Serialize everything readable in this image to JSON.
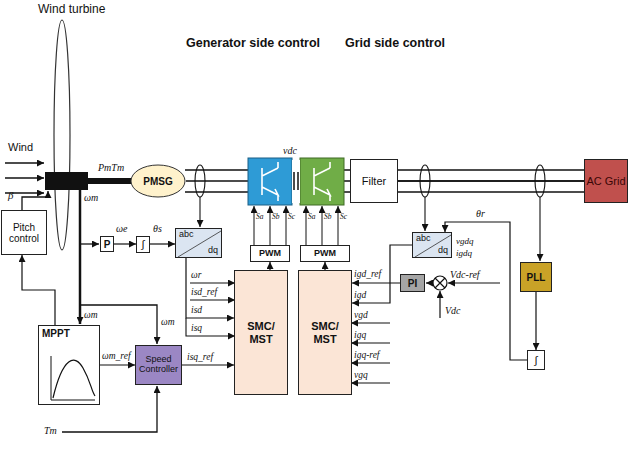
{
  "diagram": {
    "nodes": [
      {
        "text": [
          "Pitch control"
        ]
      },
      {
        "text": [
          "PMSG"
        ]
      },
      {
        "text": [
          "P"
        ]
      },
      {
        "text": [
          "∫"
        ]
      },
      {
        "text": [
          "abc",
          "dq"
        ]
      },
      {
        "text": [
          "PWM"
        ]
      },
      {
        "text": [
          "PWM"
        ]
      },
      {
        "text": [
          "Filter"
        ]
      },
      {
        "text": [
          "AC Grid"
        ]
      },
      {
        "text": [
          "abc",
          "dq"
        ]
      },
      {
        "text": [
          "PLL"
        ]
      },
      {
        "text": [
          "SMC/ MST"
        ]
      },
      {
        "text": [
          "SMC/ MST"
        ]
      },
      {
        "text": [
          "PI"
        ]
      },
      {
        "text": [
          "∫"
        ]
      },
      {
        "text": [
          "MPPT"
        ]
      },
      {
        "text": [
          "Speed Controller"
        ]
      }
    ],
    "edges": [
      {
        "from": 2,
        "to": 3,
        "arrow": "to"
      },
      {
        "from": 3,
        "to": 4,
        "arrow": "to"
      },
      {
        "from": 4,
        "to": 11,
        "arrow": "to"
      },
      {
        "from": 16,
        "to": 11,
        "arrow": "to"
      },
      {
        "from": 15,
        "to": 16,
        "arrow": "to"
      },
      {
        "from": 15,
        "to": 0,
        "arrow": "to"
      },
      {
        "from": 11,
        "to": 5,
        "arrow": "to"
      },
      {
        "from": 12,
        "to": 6,
        "arrow": "to"
      },
      {
        "from": 13,
        "to": 12,
        "arrow": "to"
      },
      {
        "from": 10,
        "to": 14,
        "arrow": "to"
      },
      {
        "from": 14,
        "to": 9,
        "arrow": "to"
      },
      {
        "from": 9,
        "to": 12,
        "arrow": "to"
      },
      {
        "from": 7,
        "to": 8,
        "arrow": "none"
      }
    ],
    "labels": [
      "Wind turbine",
      "Wind",
      "PmTm",
      "ωm",
      "β",
      "Generator side control",
      "Grid side control",
      "vdc",
      "Sa",
      "Sb",
      "Sc",
      "Sa",
      "Sb",
      "Sc",
      "ωe",
      "θs",
      "θr",
      "vgdq",
      "igdq",
      "ωr",
      "isd_ref",
      "isd",
      "isq",
      "isq_ref",
      "igd_ref",
      "igd",
      "vgd",
      "igq",
      "igq-ref",
      "vgq",
      "Vdc-ref",
      "Vdc",
      "ωm",
      "ωm",
      "ωm_ref",
      "Tm"
    ]
  }
}
